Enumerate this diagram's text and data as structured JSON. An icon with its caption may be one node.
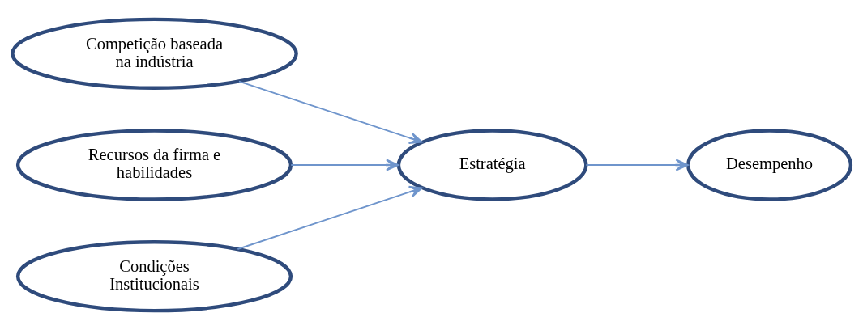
{
  "diagram": {
    "nodes": [
      {
        "text": [
          "Competição baseada na indústria"
        ]
      },
      {
        "text": [
          "Recursos da firma e habilidades"
        ]
      },
      {
        "text": [
          "Condições Institucionais"
        ]
      },
      {
        "text": [
          "Estratégia"
        ]
      },
      {
        "text": [
          "Desempenho"
        ]
      }
    ],
    "edges": [
      {
        "from": 0,
        "to": 3,
        "arrow": "to"
      },
      {
        "from": 1,
        "to": 3,
        "arrow": "to"
      },
      {
        "from": 2,
        "to": 3,
        "arrow": "to"
      },
      {
        "from": 3,
        "to": 4,
        "arrow": "to"
      }
    ]
  }
}
